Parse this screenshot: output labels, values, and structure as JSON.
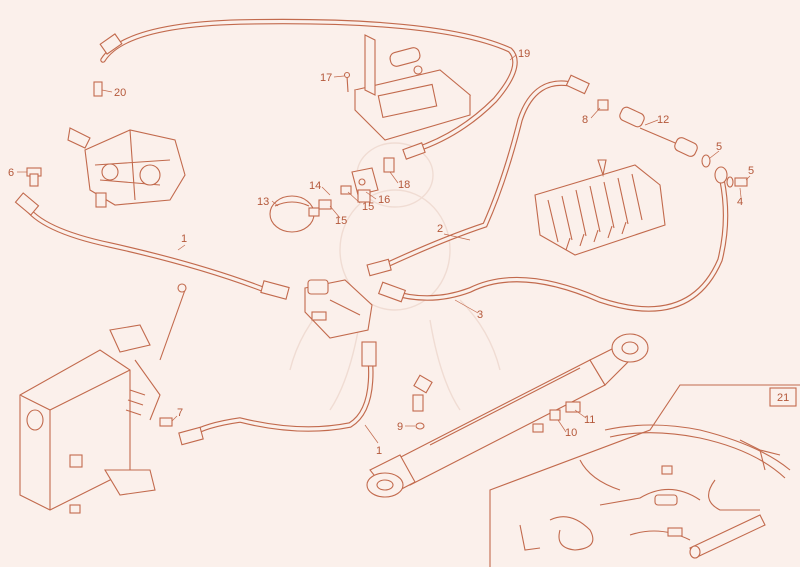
{
  "diagram": {
    "colors": {
      "background": "#fbf0eb",
      "line": "#c26a4d",
      "label": "#b4583a"
    },
    "callouts": [
      {
        "id": "c1a",
        "text": "1"
      },
      {
        "id": "c1b",
        "text": "1"
      },
      {
        "id": "c2",
        "text": "2"
      },
      {
        "id": "c3",
        "text": "3"
      },
      {
        "id": "c4",
        "text": "4"
      },
      {
        "id": "c5a",
        "text": "5"
      },
      {
        "id": "c5b",
        "text": "5"
      },
      {
        "id": "c6",
        "text": "6"
      },
      {
        "id": "c7",
        "text": "7"
      },
      {
        "id": "c8",
        "text": "8"
      },
      {
        "id": "c9",
        "text": "9"
      },
      {
        "id": "c10",
        "text": "10"
      },
      {
        "id": "c11",
        "text": "11"
      },
      {
        "id": "c12",
        "text": "12"
      },
      {
        "id": "c13",
        "text": "13"
      },
      {
        "id": "c14",
        "text": "14"
      },
      {
        "id": "c15a",
        "text": "15"
      },
      {
        "id": "c15b",
        "text": "15"
      },
      {
        "id": "c16",
        "text": "16"
      },
      {
        "id": "c17",
        "text": "17"
      },
      {
        "id": "c18",
        "text": "18"
      },
      {
        "id": "c19",
        "text": "19"
      },
      {
        "id": "c20",
        "text": "20"
      }
    ],
    "inset": {
      "label": "21"
    }
  }
}
